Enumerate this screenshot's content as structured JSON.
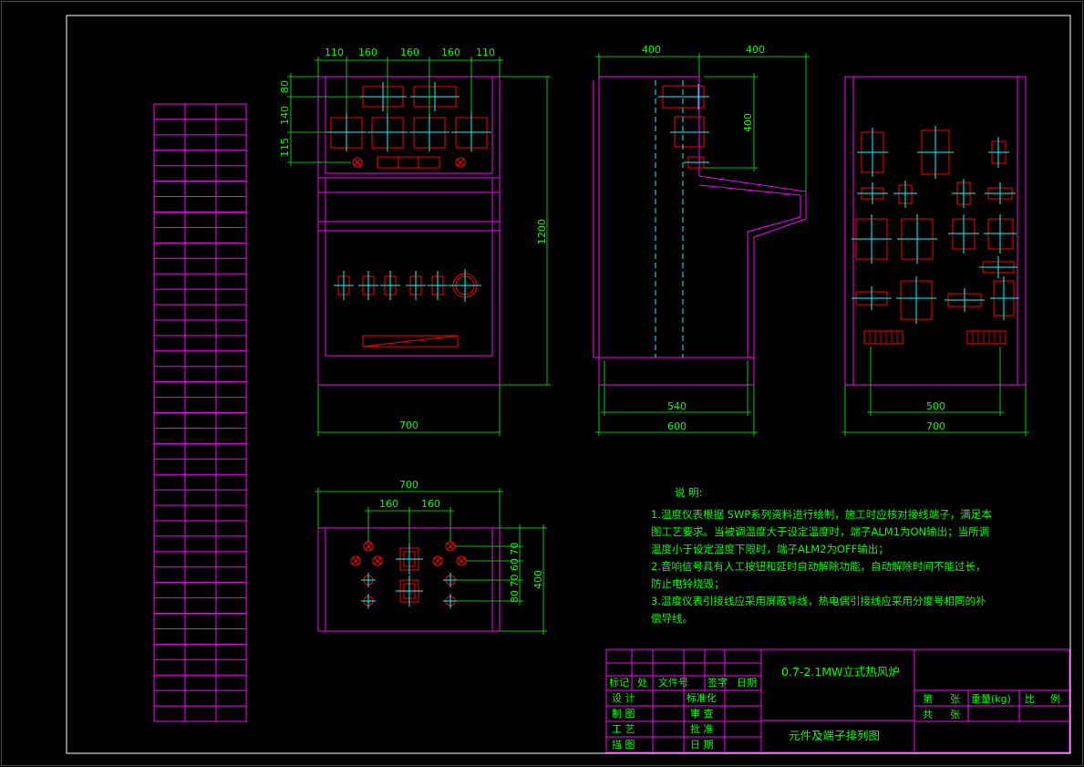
{
  "dimensions": {
    "front_top": [
      "110",
      "160",
      "160",
      "160",
      "110"
    ],
    "front_left": [
      "80",
      "140",
      "115"
    ],
    "front_height": "1200",
    "front_width": "700",
    "side_top": [
      "400",
      "400"
    ],
    "side_right": "400",
    "side_bottom_inner": "540",
    "side_bottom": "600",
    "back_bottom_inner": "500",
    "back_bottom": "700",
    "plan_top": "700",
    "plan_inner": [
      "160",
      "160"
    ],
    "plan_right": "400",
    "plan_right_stack": "80 70 60 70"
  },
  "notes": {
    "heading": "说    明:",
    "lines": [
      "1.温度仪表根据 SWP系列资料进行绘制，施工时应核对接线端子，满足本",
      "   图工艺要求。当被调温度大于设定温度时，端子ALM1为ON输出；当所调",
      "   温度小于设定温度下限时，端子ALM2为OFF输出；",
      "2.音响信号具有人工按钮和延时自动解除功能，自动解除时间不能过长，",
      "   防止电铃烧毁；",
      "3.温度仪表引接线应采用屏蔽导线，热电偶引接线应采用分度号相同的补",
      "   偿导线。"
    ]
  },
  "title_block": {
    "project": "0.7-2.1MW立式热风炉",
    "drawing_name": "元件及端子排列图",
    "revision_headers": [
      "标记",
      "处",
      "文件号",
      "签字",
      "日期"
    ],
    "roles_left": [
      "设 计",
      "制 图",
      "工 艺",
      "描 图"
    ],
    "roles_right": [
      "标准化",
      "审 查",
      "批 准",
      "日 期"
    ],
    "sheet_labels": [
      "第",
      "张",
      "重量(kg)",
      "比",
      "例"
    ],
    "total_labels": [
      "共",
      "张"
    ]
  },
  "colors": {
    "background": "#000000",
    "border": "#ff0000",
    "outline": "#ff00ff",
    "dimension": "#00ff00",
    "component": "#ff0000",
    "centerline": "#00ffff",
    "frame": "#ffffff"
  }
}
